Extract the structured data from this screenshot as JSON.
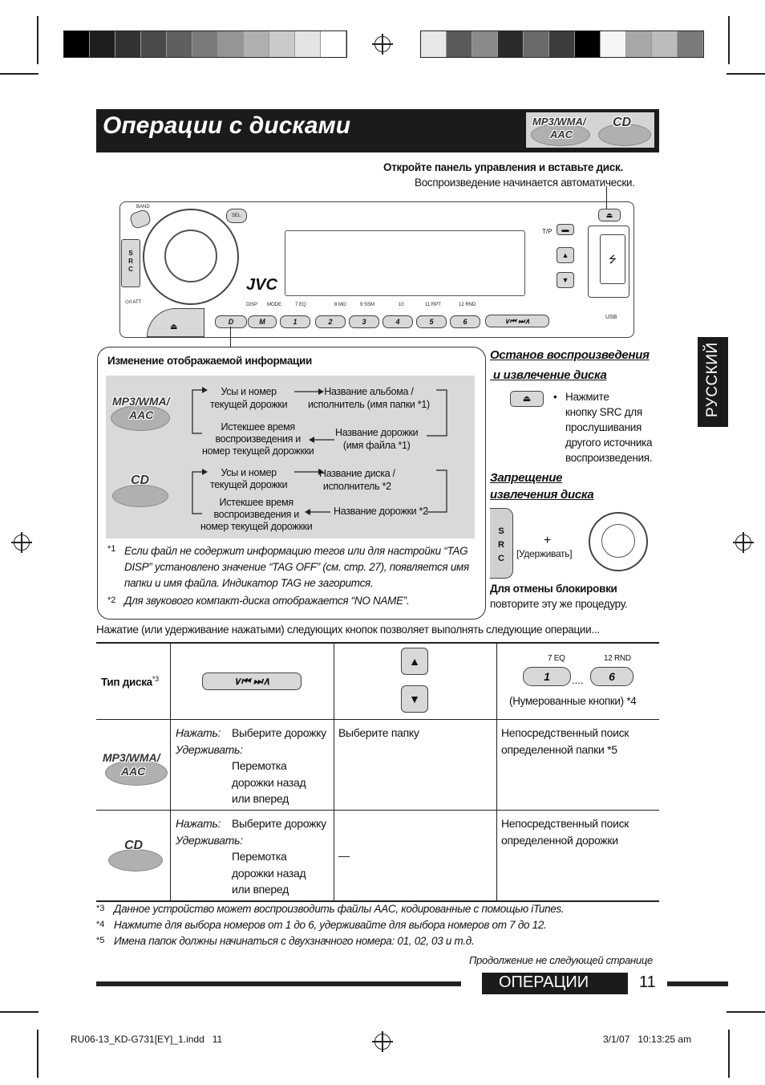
{
  "colors": {
    "bar_left": [
      "#000000",
      "#1e1e1e",
      "#333333",
      "#4a4a4a",
      "#5f5f5f",
      "#7a7a7a",
      "#959595",
      "#b0b0b0",
      "#cacaca",
      "#e4e4e4",
      "#ffffff"
    ],
    "bar_right": [
      "#e8e8e8",
      "#5a5a5a",
      "#8a8a8a",
      "#2a2a2a",
      "#6a6a6a",
      "#3c3c3c",
      "#000000",
      "#f5f5f5",
      "#a8a8a8",
      "#bcbcbc",
      "#7a7a7a"
    ],
    "dark": "#1b1b1b",
    "panel_grey": "#d9d9d9"
  },
  "header": {
    "title": "Операции с дисками",
    "badge_mp3": "MP3/WMA/",
    "badge_aac": "AAC",
    "badge_cd": "CD"
  },
  "intro": {
    "bold": "Откройте панель управления и вставьте диск.",
    "text": "Воспроизведение начинается автоматически."
  },
  "device": {
    "brand": "JVC",
    "band": "BAND",
    "sel": "SEL",
    "src_letters": [
      "S",
      "R",
      "C"
    ],
    "att": "⏻/I ATT",
    "tp": "T/P",
    "usb": "USB",
    "labels": [
      "DISP",
      "MODE",
      "7 EQ",
      "8 MO",
      "9 SSM",
      "10",
      "11 RPT",
      "12 RND"
    ],
    "buttons": [
      "D",
      "M",
      "1",
      "2",
      "3",
      "4",
      "5",
      "6"
    ]
  },
  "info_box": {
    "heading": "Изменение отображаемой информации",
    "mp3": {
      "a": "Усы и номер\nтекущей дорожки",
      "b": "Название альбома /\nисполнитель (имя папки *1)",
      "c": "Истекшее время\nвоспроизведения и\nномер текущей дорожкки",
      "d": "Название дорожки\n(имя файла *1)"
    },
    "cd": {
      "a": "Усы и номер\nтекущей дорожки",
      "b": "Название диска /\nисполнитель *2",
      "c": "Истекшее время\nвоспроизведения и\nномер текущей дорожкки",
      "d": "Название дорожки *2"
    },
    "note1_mark": "*1",
    "note1": "Если файл не содержит информацию тегов или для настройки “TAG DISP” установлено значение “TAG OFF” (см. стр. 27), появляется имя папки и имя файла. Индикатор TAG не загорится.",
    "note2_mark": "*2",
    "note2": "Для звукового компакт-диска отображается “NO NAME”."
  },
  "right": {
    "stop_head": "Останов воспроизведения\n и извлечение диска",
    "stop_bullet": "•",
    "stop_text": "Нажмите\nкнопку SRC для\nпрослушивания\nдругого источника\nвоспроизведения.",
    "lock_head": "Запрещение\nизвлечения диска",
    "plus": "+",
    "hold": "[Удерживать]",
    "cancel_bold": "Для отмены блокировки",
    "cancel_text": "повторите эту же процедуру."
  },
  "side_tab": "РУССКИЙ",
  "table": {
    "intro": "Нажатие (или удерживание нажатыми) следующих кнопок позволяет выполнять следующие операции...",
    "disc_type": "Тип диска",
    "disc_type_mark": "*3",
    "num_btn_top": [
      "7  EQ",
      "12  RND"
    ],
    "num_btn": [
      "1",
      "6"
    ],
    "dots": "....",
    "numbered": "(Нумерованные кнопки) *4",
    "row_mp3": {
      "press_label": "Нажать:",
      "press_val": "Выберите дорожку",
      "hold_label": "Удерживать:",
      "hold_val": "Перемотка\nдорожки назад\nили вперед",
      "col3": "Выберите папку",
      "col4": "Непосредственный поиск\nопределенной папки *5"
    },
    "row_cd": {
      "press_label": "Нажать:",
      "press_val": "Выберите дорожку",
      "hold_label": "Удерживать:",
      "hold_val": "Перемотка\nдорожки назад\nили вперед",
      "col3": "—",
      "col4": "Непосредственный поиск\nопределенной дорожки"
    }
  },
  "footnotes": [
    {
      "mark": "*3",
      "text": "Данное устройство может воспроизводить файлы AAC, кодированные с помощью iTunes."
    },
    {
      "mark": "*4",
      "text": "Нажмите для выбора номеров от 1 до 6, удерживайте для выбора номеров от 7 до 12."
    },
    {
      "mark": "*5",
      "text": "Имена папок должны начинаться с двухзначного номера: 01, 02, 03 и т.д."
    }
  ],
  "continued": "Продолжение не следующей странице",
  "footer": {
    "section": "ОПЕРАЦИИ",
    "page": "11",
    "file": "RU06-13_KD-G731[EY]_1.indd   11",
    "date": "3/1/07   10:13:25 am"
  }
}
